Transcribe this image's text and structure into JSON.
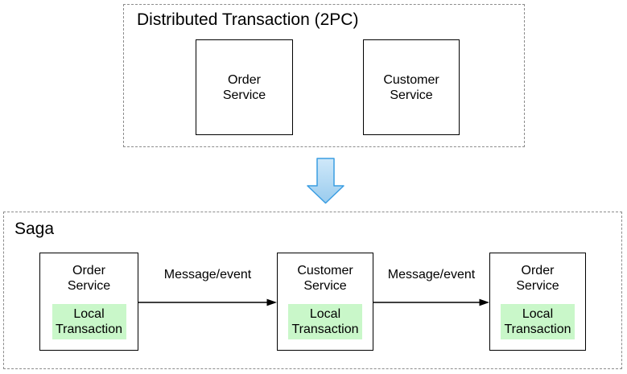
{
  "colors": {
    "dashed_border": "#8c8c8c",
    "solid_border": "#000000",
    "local_transaction_fill": "#c9f7c9",
    "down_arrow_fill_top": "#cfe8f9",
    "down_arrow_fill_bottom": "#9accee",
    "down_arrow_stroke": "#3a9de2",
    "message_arrow_stroke": "#000000"
  },
  "two_pc": {
    "title": "Distributed Transaction (2PC)",
    "boxes": [
      {
        "label": "Order\nService"
      },
      {
        "label": "Customer\nService"
      }
    ]
  },
  "transition": {
    "icon": "down-arrow"
  },
  "saga": {
    "title": "Saga",
    "steps": [
      {
        "service": "Order\nService",
        "inner": "Local\nTransaction"
      },
      {
        "service": "Customer\nService",
        "inner": "Local\nTransaction"
      },
      {
        "service": "Order\nService",
        "inner": "Local\nTransaction"
      }
    ],
    "arrows": [
      {
        "label": "Message/event"
      },
      {
        "label": "Message/event"
      }
    ]
  }
}
